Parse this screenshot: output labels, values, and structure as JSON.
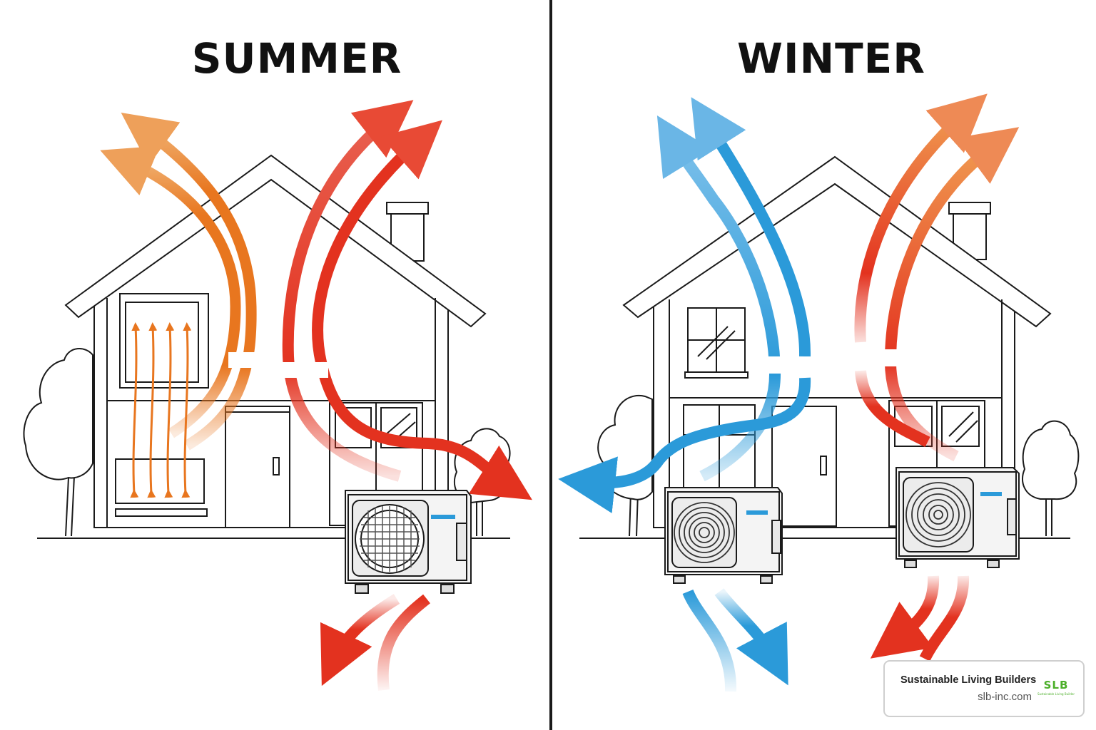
{
  "panels": {
    "summer": {
      "title": "SUMMER"
    },
    "winter": {
      "title": "WINTER"
    }
  },
  "colors": {
    "hot": "#e3321f",
    "warm": "#e8761f",
    "cool": "#2b9ad9",
    "line": "#1a1a1a"
  },
  "brand": {
    "name": "Sustainable Living Builders",
    "url": "slb-inc.com",
    "logo_text": "SLB",
    "logo_subtext": "Sustainable Living Builders, Inc."
  }
}
